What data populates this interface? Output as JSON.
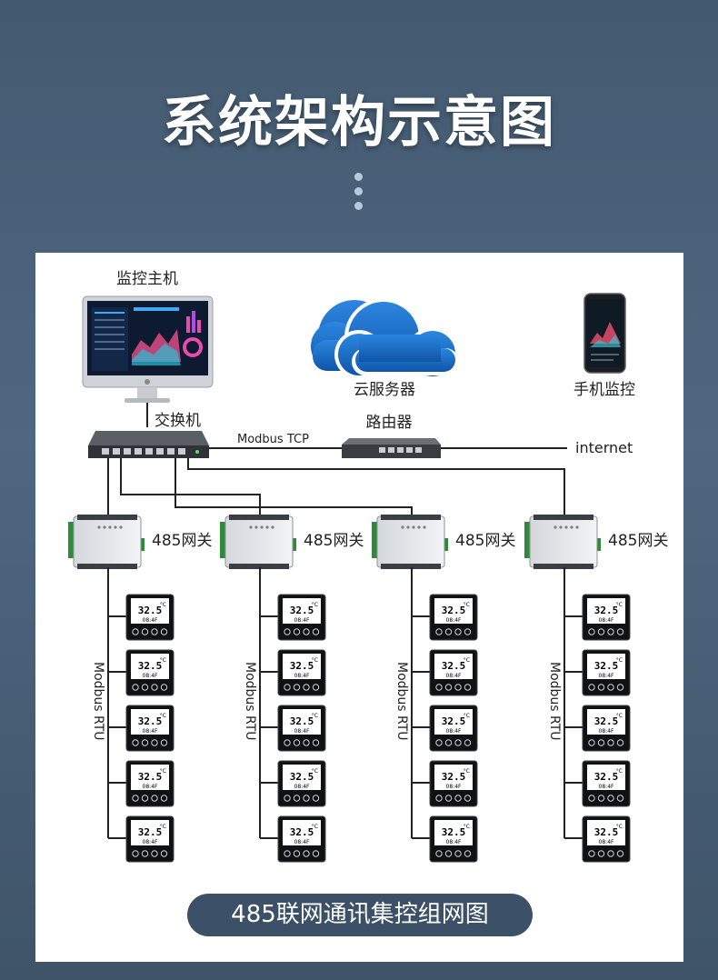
{
  "title": "系统架构示意图",
  "footer": "485联网通讯集控组网图",
  "nodes": {
    "monitor_host": "监控主机",
    "cloud_server": "云服务器",
    "mobile_monitor": "手机监控",
    "switch": "交换机",
    "router": "路由器",
    "protocol_tcp": "Modbus TCP",
    "internet": "internet"
  },
  "gateways": [
    {
      "label": "485网关",
      "bus_label": "Modbus RTU"
    },
    {
      "label": "485网关",
      "bus_label": "Modbus RTU"
    },
    {
      "label": "485网关",
      "bus_label": "Modbus RTU"
    },
    {
      "label": "485网关",
      "bus_label": "Modbus RTU"
    }
  ],
  "thermostat": {
    "temp": "32.5",
    "unit": "°C",
    "sub": "08:4F"
  },
  "thermostats_per_gateway": 5,
  "colors": {
    "cloud": "#1f6fc5",
    "line": "#222222",
    "screen": "#101418",
    "pill": "#3c5068"
  }
}
